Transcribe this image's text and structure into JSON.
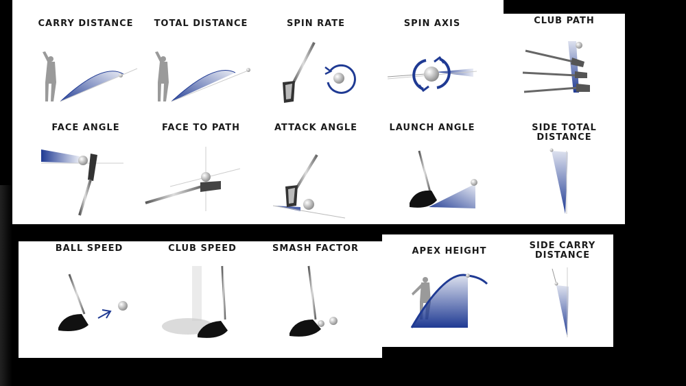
{
  "colors": {
    "accent": "#1f3a93",
    "background": "#000000",
    "panel": "#ffffff"
  },
  "tiles": {
    "carry_distance": "CARRY DISTANCE",
    "total_distance": "TOTAL DISTANCE",
    "spin_rate": "SPIN RATE",
    "spin_axis": "SPIN AXIS",
    "club_path": "CLUB PATH",
    "face_angle": "FACE ANGLE",
    "face_to_path": "FACE TO PATH",
    "attack_angle": "ATTACK ANGLE",
    "launch_angle": "LAUNCH ANGLE",
    "side_total_distance": "SIDE TOTAL DISTANCE",
    "ball_speed": "BALL SPEED",
    "club_speed": "CLUB SPEED",
    "smash_factor": "SMASH FACTOR",
    "apex_height": "APEX HEIGHT",
    "side_carry_distance": "SIDE CARRY DISTANCE"
  }
}
